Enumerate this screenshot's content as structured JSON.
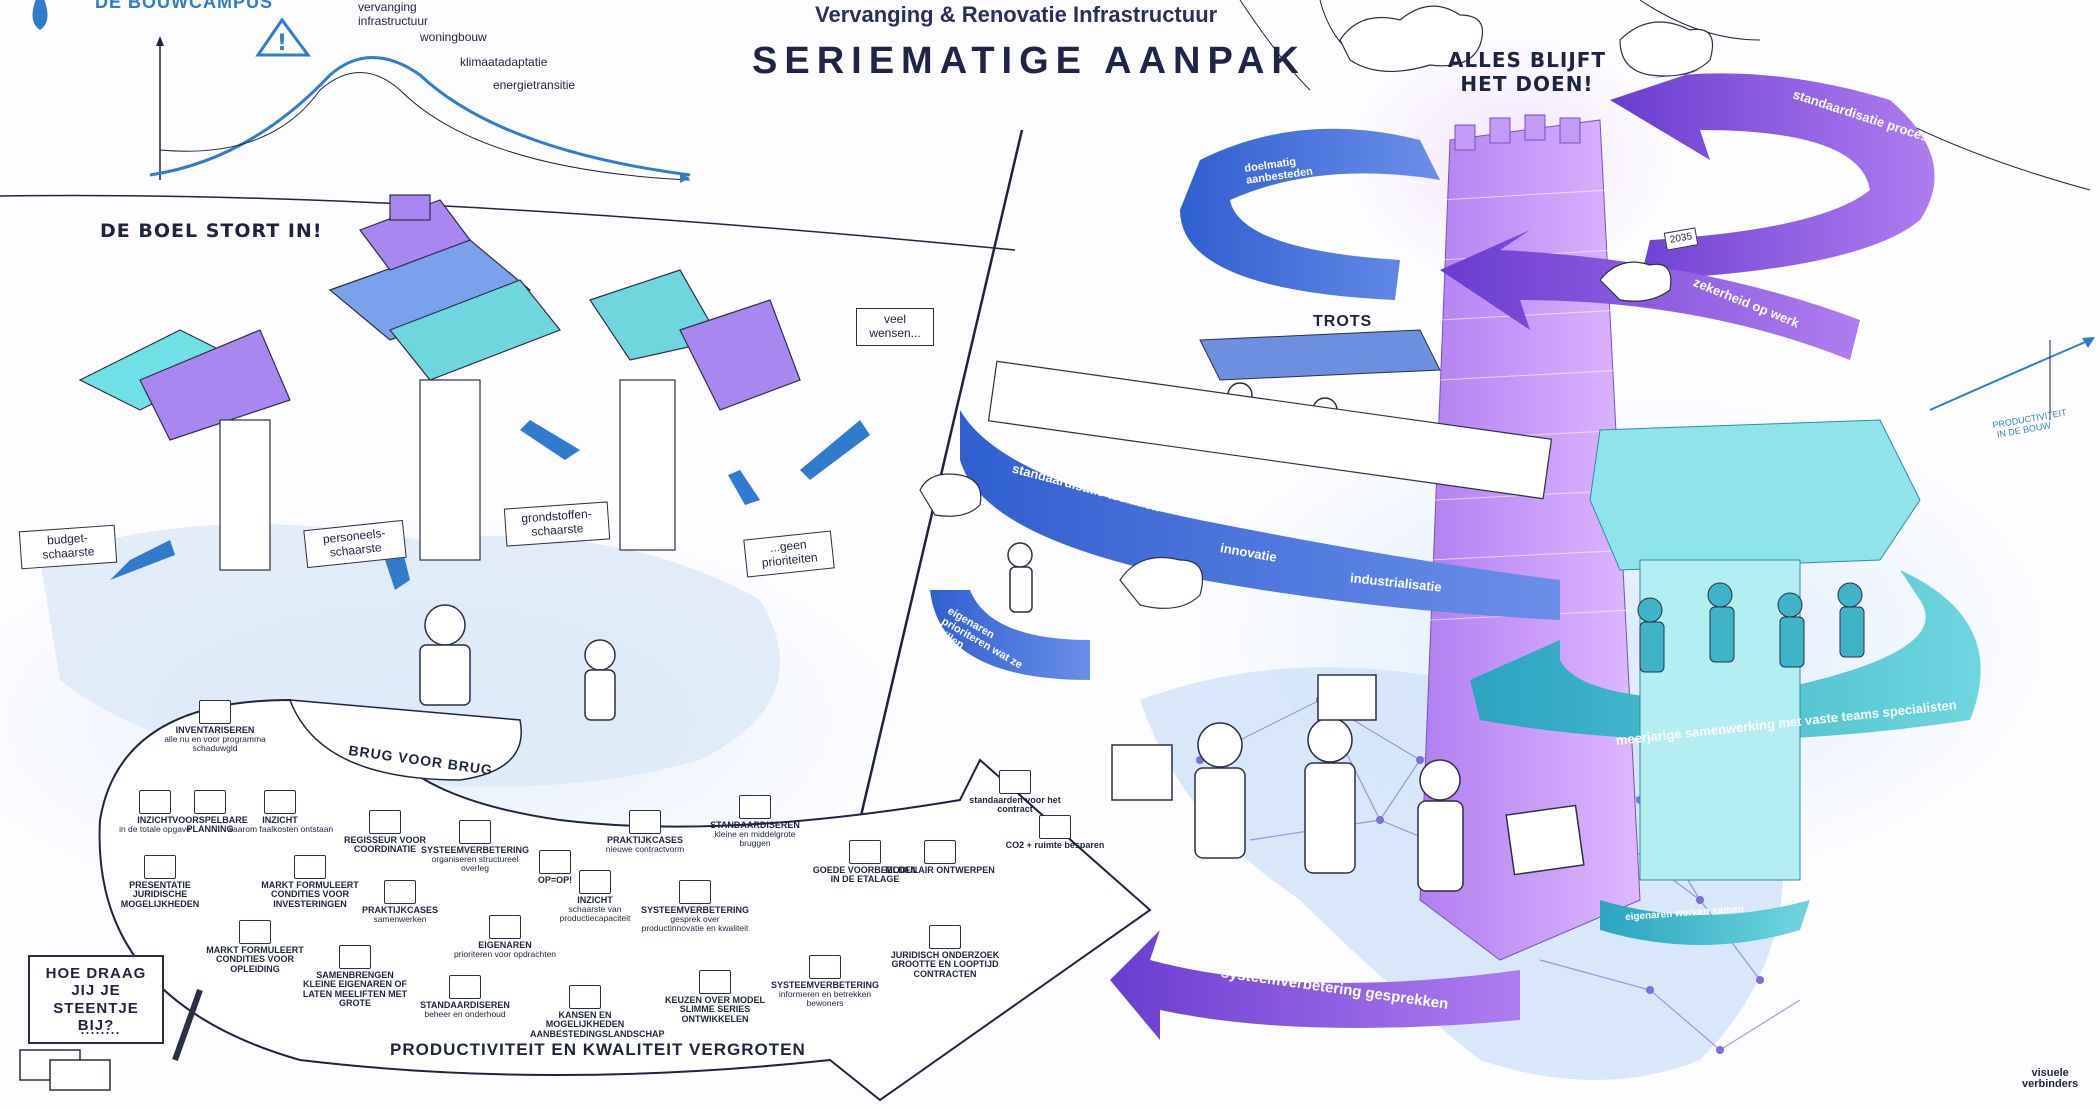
{
  "header": {
    "logo_text": "DE BOUWCAMPUS",
    "subtitle": "Vervanging & Renovatie Infrastructuur",
    "title": "SERIEMATIGE AANPAK"
  },
  "wave": {
    "labels": [
      "vervanging infrastructuur",
      "woningbouw",
      "klimaatadaptatie",
      "energietransitie"
    ]
  },
  "left": {
    "heading": "DE BOEL STORT IN!",
    "boxes": {
      "budget": "budget-schaarste",
      "personeel": "personeels-schaarste",
      "grondstoffen": "grondstoffen-schaarste",
      "prioriteiten": "...geen prioriteiten",
      "wensen": "veel wensen..."
    },
    "brug_label": "BRUG VOOR BRUG",
    "arrow_label": "PRODUCTIVITEIT EN KWALITEIT VERGROTEN",
    "steen_question": "HOE DRAAG JIJ JE STEENTJE BIJ?",
    "steen_dots": "........",
    "steps": [
      {
        "title": "INVENTARISEREN",
        "sub": "alle nu en voor programma schaduwgld"
      },
      {
        "title": "INZICHT",
        "sub": "in de totale opgave"
      },
      {
        "title": "VOORSPELBARE PLANNING",
        "sub": ""
      },
      {
        "title": "INZICHT",
        "sub": "waarom faalkosten ontstaan"
      },
      {
        "title": "REGISSEUR VOOR COORDINATIE",
        "sub": ""
      },
      {
        "title": "SYSTEEMVERBETERING",
        "sub": "organiseren structureel overleg"
      },
      {
        "title": "PRAKTIJKCASES",
        "sub": "nieuwe contractvorm"
      },
      {
        "title": "STANDAARDISEREN",
        "sub": "kleine en middelgrote bruggen"
      },
      {
        "title": "PRESENTATIE JURIDISCHE MOGELIJKHEDEN",
        "sub": ""
      },
      {
        "title": "MARKT FORMULEERT CONDITIES VOOR INVESTERINGEN",
        "sub": ""
      },
      {
        "title": "OP=OP!",
        "sub": ""
      },
      {
        "title": "INZICHT",
        "sub": "schaarste van productiecapaciteit"
      },
      {
        "title": "GOEDE VOORBEELDEN IN DE ETALAGE",
        "sub": ""
      },
      {
        "title": "MODULAIR ONTWERPEN",
        "sub": ""
      },
      {
        "title": "MARKT FORMULEERT CONDITIES VOOR OPLEIDING",
        "sub": ""
      },
      {
        "title": "PRAKTIJKCASES",
        "sub": "samenwerken"
      },
      {
        "title": "EIGENAREN",
        "sub": "prioriteren voor opdrachten"
      },
      {
        "title": "SYSTEEMVERBETERING",
        "sub": "gesprek over productinnovatie en kwaliteit"
      },
      {
        "title": "SAMENBRENGEN KLEINE EIGENAREN OF LATEN MEELIFTEN MET GROTE",
        "sub": ""
      },
      {
        "title": "STANDAARDISEREN",
        "sub": "beheer en onderhoud"
      },
      {
        "title": "KANSEN EN MOGELIJKHEDEN AANBESTEDINGSLANDSCHAP",
        "sub": ""
      },
      {
        "title": "KEUZEN OVER MODEL SLIMME SERIES ONTWIKKELEN",
        "sub": ""
      },
      {
        "title": "SYSTEEMVERBETERING",
        "sub": "informeren en betrekken bewoners"
      },
      {
        "title": "JURIDISCH ONDERZOEK GROOTTE EN LOOPTIJD CONTRACTEN",
        "sub": ""
      },
      {
        "title": "standaarden voor het contract",
        "sub": ""
      },
      {
        "title": "CO2 + ruimte besparen",
        "sub": ""
      }
    ]
  },
  "right": {
    "alles": "ALLES BLIJFT HET DOEN!",
    "trots": "TROTS",
    "ring_doelmatig": "doelmatig aanbesteden",
    "ring_standaardisatie_proces": "standaardisatie proces",
    "ring_zekerheid": "zekerheid op werk",
    "ring_techniek": "standaardisatie techniek",
    "ring_innovatie": "innovatie",
    "ring_industrialisatie": "industrialisatie",
    "ring_eigenaren": "eigenaren prioriteren wat ze willen",
    "ring_meerjarige": "meerjarige samenwerking met vaste teams specialisten",
    "ring_systeem": "systeemverbetering gesprekken",
    "ring_eigenaren_werken": "eigenaren werken samen",
    "productiviteit": "PRODUCTIVITEIT IN DE BOUW",
    "calendar": "2035"
  },
  "footer": {
    "brand_line1": "visuele",
    "brand_line2": "verbinders"
  },
  "colors": {
    "blue": "#3f6fd8",
    "purple": "#8a4fe0",
    "teal": "#37b8c8",
    "ink": "#1d2440"
  }
}
